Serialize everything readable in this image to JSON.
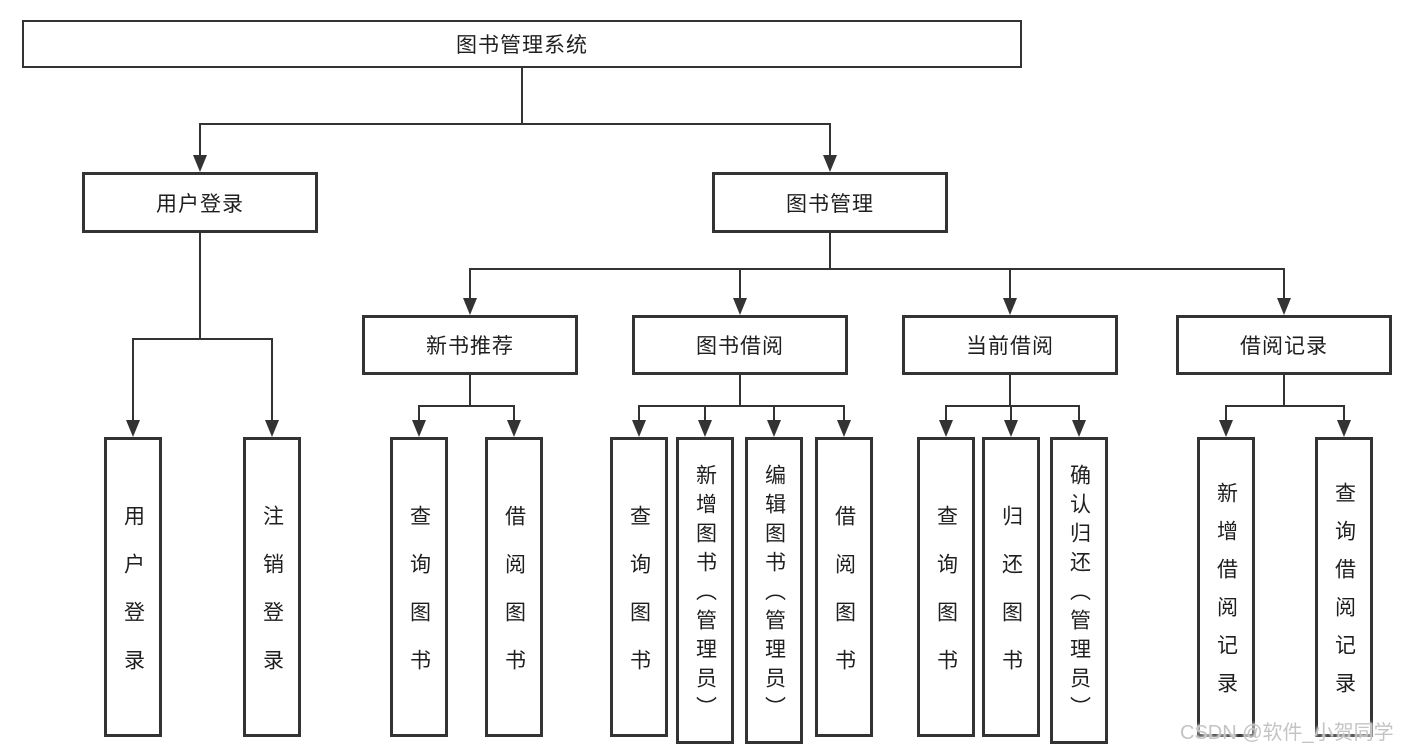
{
  "diagram": {
    "title": "图书管理系统",
    "level2": [
      {
        "label": "用户登录",
        "children": [
          {
            "label": "用户登录"
          },
          {
            "label": "注销登录"
          }
        ]
      },
      {
        "label": "图书管理",
        "children": [
          {
            "label": "新书推荐",
            "children": [
              {
                "label": "查询图书"
              },
              {
                "label": "借阅图书"
              }
            ]
          },
          {
            "label": "图书借阅",
            "children": [
              {
                "label": "查询图书"
              },
              {
                "label": "新增图书（管理员）"
              },
              {
                "label": "编辑图书（管理员）"
              },
              {
                "label": "借阅图书"
              }
            ]
          },
          {
            "label": "当前借阅",
            "children": [
              {
                "label": "查询图书"
              },
              {
                "label": "归还图书"
              },
              {
                "label": "确认归还（管理员）"
              }
            ]
          },
          {
            "label": "借阅记录",
            "children": [
              {
                "label": "新增借阅记录"
              },
              {
                "label": "查询借阅记录"
              }
            ]
          }
        ]
      }
    ]
  },
  "watermark": "CSDN @软件_小贺同学",
  "colors": {
    "line": "#333333",
    "box_border": "#333333",
    "background": "#ffffff",
    "text": "#1f1f1f",
    "watermark": "#c4c4c4"
  }
}
